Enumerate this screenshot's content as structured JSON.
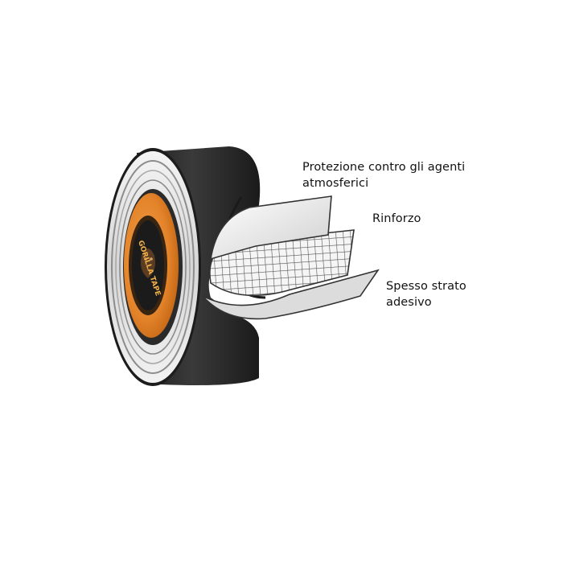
{
  "labels": {
    "protection_line1": "Protezione contro gli agenti",
    "protection_line2": "atmosferici",
    "reinforcement": "Rinforzo",
    "adhesive_line1": "Spesso strato",
    "adhesive_line2": "adesivo"
  },
  "logo": {
    "brand_text": "GORILLA TAPE"
  },
  "colors": {
    "tape_black": "#2b2b2b",
    "core_orange": "#e7892a",
    "adhesive_gray": "#d8d8d8",
    "mesh_gray": "#9a9a9a",
    "background": "#ffffff"
  }
}
